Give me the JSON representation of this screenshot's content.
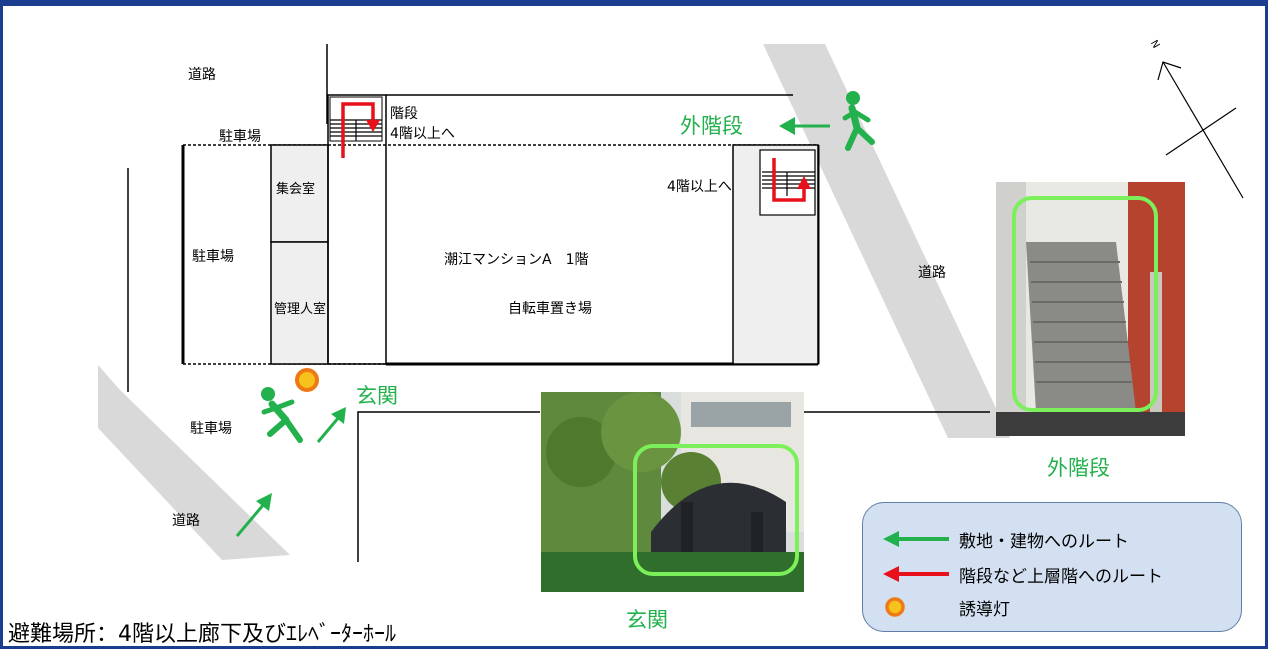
{
  "labels": {
    "road_top_left": "道路",
    "parking_top": "駐車場",
    "parking_left": "駐車場",
    "parking_bottom": "駐車場",
    "road_bottom_left": "道路",
    "road_right": "道路",
    "meeting_room": "集会室",
    "manager_room": "管理人室",
    "building_title": "潮江マンションA　1階",
    "bicycle_area": "自転車置き場",
    "stairs_label": "階段",
    "stairs_up_left": "4階以上へ",
    "stairs_up_right": "4階以上へ",
    "outer_stairs_map": "外階段",
    "entrance_map": "玄関",
    "outer_stairs_photo": "外階段",
    "entrance_photo": "玄関"
  },
  "legend": {
    "green_route": "敷地・建物へのルート",
    "red_route": "階段など上層階へのルート",
    "guide_light": "誘導灯"
  },
  "footer": {
    "shelter": "避難場所：4階以上廊下及びｴﾚﾍﾞｰﾀｰﾎｰﾙ"
  },
  "colors": {
    "frame": "#1b3d8f",
    "green": "#22b14c",
    "red": "#e8101a",
    "road": "#d9d9d9",
    "room_fill": "#efefef",
    "legend_bg": "#d3e0f1",
    "photo_highlight": "#7cf05a"
  },
  "icons": [
    "running-person-icon",
    "compass-north-icon",
    "guide-light-icon",
    "stairs-icon"
  ]
}
